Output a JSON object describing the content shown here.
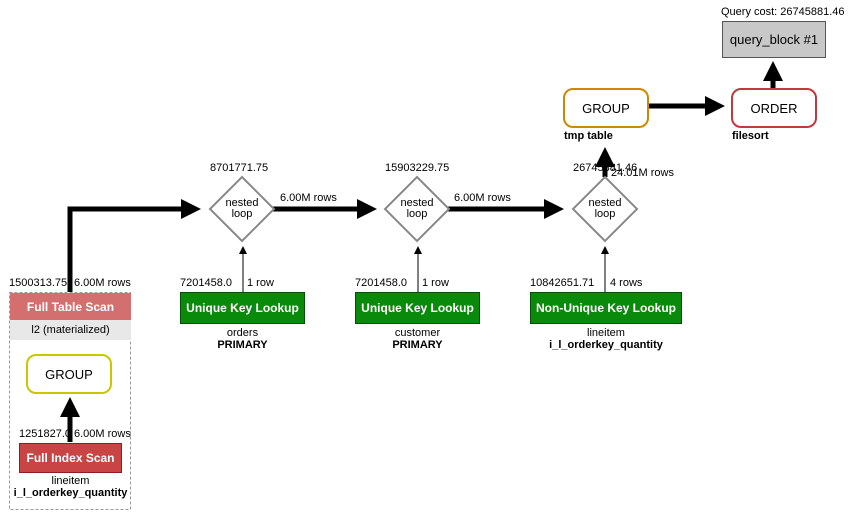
{
  "query_cost_label": "Query cost: 26745881.46",
  "query_block": {
    "label": "query_block #1"
  },
  "order": {
    "label": "ORDER",
    "sub": "filesort"
  },
  "group_top": {
    "label": "GROUP",
    "sub": "tmp table"
  },
  "nested_loops": [
    {
      "label": "nested loop",
      "cost": "8701771.75",
      "rows_out": "6.00M rows"
    },
    {
      "label": "nested loop",
      "cost": "15903229.75",
      "rows_out": "6.00M rows"
    },
    {
      "label": "nested loop",
      "cost": "26745881.46",
      "rows_out": "24.01M rows"
    }
  ],
  "lookups": [
    {
      "label": "Unique Key Lookup",
      "cost": "7201458.0",
      "rows": "1 row",
      "table": "orders",
      "key": "PRIMARY"
    },
    {
      "label": "Unique Key Lookup",
      "cost": "7201458.0",
      "rows": "1 row",
      "table": "customer",
      "key": "PRIMARY"
    },
    {
      "label": "Non-Unique Key Lookup",
      "cost": "10842651.71",
      "rows": "4 rows",
      "table": "lineitem",
      "key": "i_l_orderkey_quantity"
    }
  ],
  "full_table_scan": {
    "label": "Full Table Scan",
    "cost": "1500313.75",
    "rows": "6.00M rows",
    "sub": "l2 (materialized)"
  },
  "group_inner": {
    "label": "GROUP"
  },
  "full_index_scan": {
    "label": "Full Index Scan",
    "cost": "1251827.0",
    "rows": "6.00M rows",
    "table": "lineitem",
    "key": "i_l_orderkey_quantity"
  },
  "colors": {
    "lookup_green": "#0a8a0a",
    "full_index_red": "#c94444",
    "full_table_pink": "#d46f6f",
    "order_border": "#c0393b",
    "group_top_border": "#cc8800",
    "group_inner_border": "#c8c800",
    "query_block_fill": "#c8c8c8"
  }
}
